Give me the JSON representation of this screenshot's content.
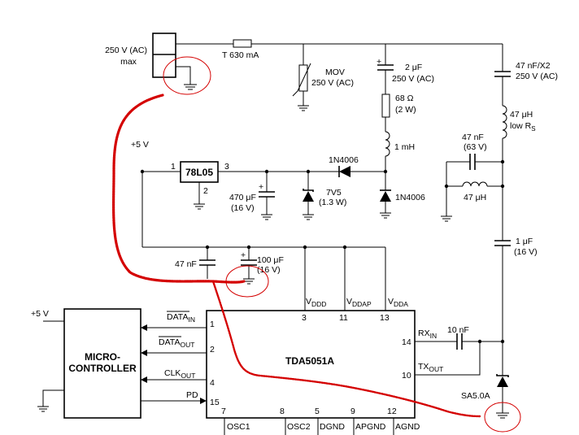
{
  "labels": {
    "mains_voltage": "250 V (AC)",
    "mains_max": "max",
    "fuse": "T 630 mA",
    "mov_name": "MOV",
    "mov_rating": "250 V (AC)",
    "cap_2uf_value": "2 μF",
    "cap_2uf_rating": "250 V (AC)",
    "res_value": "68 Ω",
    "res_power": "(2 W)",
    "ind_1mh": "1 mH",
    "x2_value": "47 nF/X2",
    "x2_rating": "250 V (AC)",
    "ind_47uh_value": "47 μH",
    "ind_47uh_note": "low R",
    "ind_47uh_sub": "S",
    "cap_47nf_value": "47 nF",
    "cap_47nf_rating": "(63 V)",
    "ind_47uh_b": "47 μH",
    "cap_1uf_value": "1 μF",
    "cap_1uf_rating": "(16 V)",
    "plus5v_top": "+5 V",
    "regulator": "78L05",
    "reg_pin1": "1",
    "reg_pin2": "2",
    "reg_pin3": "3",
    "diode_top": "1N4006",
    "cap_470_value": "470 μF",
    "cap_470_rating": "(16 V)",
    "zener_value": "7V5",
    "zener_power": "(1.3 W)",
    "diode_right": "1N4006",
    "cap_47nf_b": "47 nF",
    "cap_100_value": "100 μF",
    "cap_100_rating": "(16 V)",
    "vddd_main": "V",
    "vddd_sub": "DDD",
    "vddap_main": "V",
    "vddap_sub": "DDAP",
    "vdda_main": "V",
    "vdda_sub": "DDA",
    "pin3": "3",
    "pin11": "11",
    "pin13": "13",
    "plus5v_mcu": "+5 V",
    "mcu_line1": "MICRO-",
    "mcu_line2": "CONTROLLER",
    "data_in": "DATA",
    "data_in_sub": "IN",
    "data_out": "DATA",
    "data_out_sub": "OUT",
    "clk_out": "CLK",
    "clk_out_sub": "OUT",
    "pd": "PD",
    "pin1": "1",
    "pin2": "2",
    "pin4": "4",
    "pin15": "15",
    "chip": "TDA5051A",
    "rx_in": "RX",
    "rx_in_sub": "IN",
    "tx_out": "TX",
    "tx_out_sub": "OUT",
    "pin14": "14",
    "pin10": "10",
    "cap_10nf": "10 nF",
    "tvs": "SA5.0A",
    "pin7": "7",
    "pin8": "8",
    "pin5": "5",
    "pin9": "9",
    "pin12": "12",
    "osc1": "OSC1",
    "osc2": "OSC2",
    "dgnd": "DGND",
    "apgnd": "APGND",
    "agnd": "AGND"
  },
  "colors": {
    "ink": "#000000",
    "annotation": "#d40000"
  }
}
